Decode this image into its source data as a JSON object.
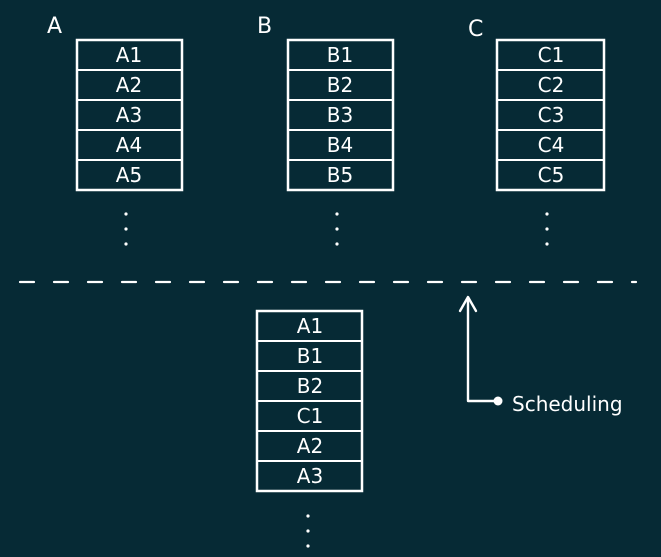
{
  "queues": [
    {
      "label": "A",
      "items": [
        "A1",
        "A2",
        "A3",
        "A4",
        "A5"
      ]
    },
    {
      "label": "B",
      "items": [
        "B1",
        "B2",
        "B3",
        "B4",
        "B5"
      ]
    },
    {
      "label": "C",
      "items": [
        "C1",
        "C2",
        "C3",
        "C4",
        "C5"
      ]
    }
  ],
  "scheduled_queue": {
    "items": [
      "A1",
      "B1",
      "B2",
      "C1",
      "A2",
      "A3"
    ]
  },
  "annotation": {
    "label": "Scheduling"
  },
  "colors": {
    "background": "#062a35",
    "stroke": "#ffffff"
  }
}
